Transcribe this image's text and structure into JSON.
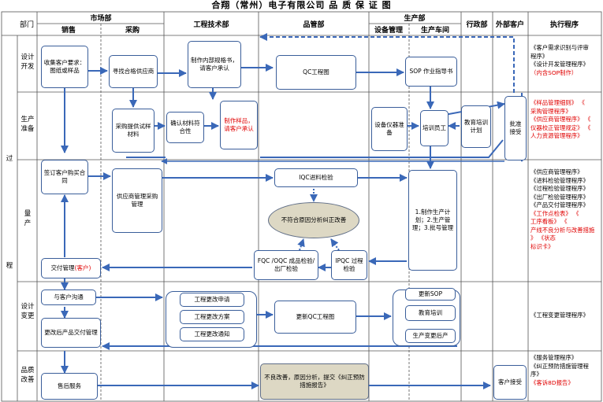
{
  "title": "合翔（常州）电子有限公司  品 质 保 证 图",
  "header": {
    "dept": "部门",
    "marketing": "市场部",
    "sales": "销售",
    "purchasing": "采购",
    "engineering": "工程技术部",
    "quality": "品管部",
    "production": "生产部",
    "equipment": "设备管理",
    "workshop": "生产车间",
    "admin": "行政部",
    "customer": "外部客户",
    "procedures": "执行程序"
  },
  "process_label": [
    "过",
    "程"
  ],
  "stages": {
    "design": [
      "设计",
      "开发"
    ],
    "prep": [
      "生产",
      "准备"
    ],
    "mass": [
      "量",
      "产"
    ],
    "change": [
      "设计",
      "变更"
    ],
    "improve": [
      "品质",
      "改善"
    ]
  },
  "nodes": {
    "n1": "收集客户要求：图纸或样品",
    "n2": "寻找合格供应商",
    "n3": "制作内部规格书，请客户承认",
    "n4": "QC工程图",
    "n5": "SOP 作业指导书",
    "n6": "采购提供试样材料",
    "n7": "确认材料符合性",
    "n8": "制作样品，请客户承认",
    "n9": "设备仪器准备",
    "n10": "培训员工",
    "n11": "教育培训计划",
    "n12": "批准接受",
    "n13": "签订客户购买合同",
    "n14": "供应商管理采购管理",
    "n15": "IQC进料检验",
    "n16": "不符合原因分析纠正改善",
    "n17": "1.制作生产计划；2.生产管理；3.批号管理",
    "n18": "FQC /OQC 成品检验/出厂检验",
    "n19": "IPQC 过程检验",
    "n20a": "交付管理",
    "n20b": "(客户)",
    "n21": "与客户沟通",
    "n22": "更改后产品交付管理",
    "n23a": "工程更改申请",
    "n23b": "工程更改方案",
    "n23c": "工程更改通知",
    "n24": "更新QC工程图",
    "n25a": "更新SOP",
    "n25b": "教育培训",
    "n25c": "生产变更后产",
    "n26": "售后服务",
    "n27": "不良改善，原因分析，提交《纠正预防措施报告》",
    "n28": "客户接受"
  },
  "procedures": {
    "design": [
      {
        "t": "《客户需求识别与评审",
        "red": false
      },
      {
        "t": "程序》",
        "red": false
      },
      {
        "t": "《设计开发管理程序》",
        "red": false
      },
      {
        "t": "（内含SOP制作）",
        "red": true
      }
    ],
    "prep": [
      {
        "t": "《样品管理细则》 《",
        "red": true
      },
      {
        "t": "采购管理程序》",
        "red": true
      },
      {
        "t": "《供应商管理程序》 《",
        "red": true
      },
      {
        "t": "仪器校正管理规定》 《",
        "red": true
      },
      {
        "t": "人力资源管理程序》",
        "red": true
      }
    ],
    "mass": [
      {
        "t": "《供应商管理程序》",
        "red": false
      },
      {
        "t": "《进料检验管理程序》",
        "red": false
      },
      {
        "t": "《过程检验管理程序》",
        "red": false
      },
      {
        "t": "《出厂检验管理程序》",
        "red": false
      },
      {
        "t": "《产品交付管理程序》",
        "red": false
      },
      {
        "t": "《工作点检表》 《",
        "red": true
      },
      {
        "t": "工序看板》      《",
        "red": true
      },
      {
        "t": "产线不良分析与改善措施",
        "red": true
      },
      {
        "t": "》          《状态",
        "red": true
      },
      {
        "t": "标识卡》",
        "red": true
      }
    ],
    "change": [
      {
        "t": "《工程变更管理程序》",
        "red": false
      }
    ],
    "improve": [
      {
        "t": "《服务管理程序》",
        "red": false
      },
      {
        "t": "《纠正预防措施管理程",
        "red": false
      },
      {
        "t": "序》",
        "red": false
      },
      {
        "t": "《客诉8D报告》",
        "red": true
      }
    ]
  }
}
